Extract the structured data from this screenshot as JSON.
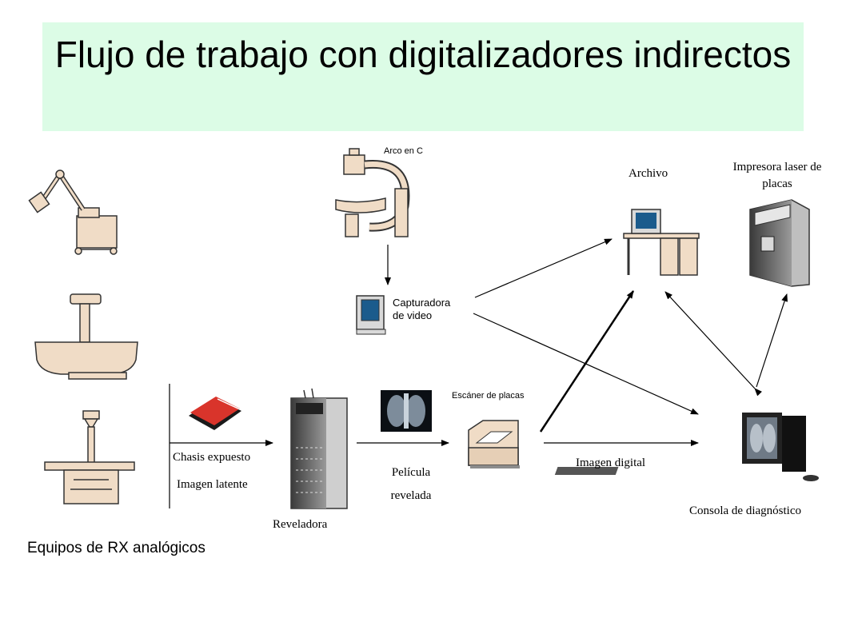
{
  "title": "Flujo de trabajo con digitalizadores indirectos",
  "nodes": {
    "equipos": "Equipos de RX analógicos",
    "arco": "Arco en C",
    "capturadora_1": "Capturadora",
    "capturadora_2": "de video",
    "reveladora": "Reveladora",
    "escaner": "Escáner de placas",
    "archivo": "Archivo",
    "impresora_1": "Impresora laser de",
    "impresora_2": "placas",
    "consola": "Consola de diagnóstico"
  },
  "edges": {
    "chasis": "Chasis expuesto",
    "latente": "Imagen latente",
    "pelicula_1": "Película",
    "pelicula_2": "revelada",
    "digital": "Imagen digital"
  }
}
